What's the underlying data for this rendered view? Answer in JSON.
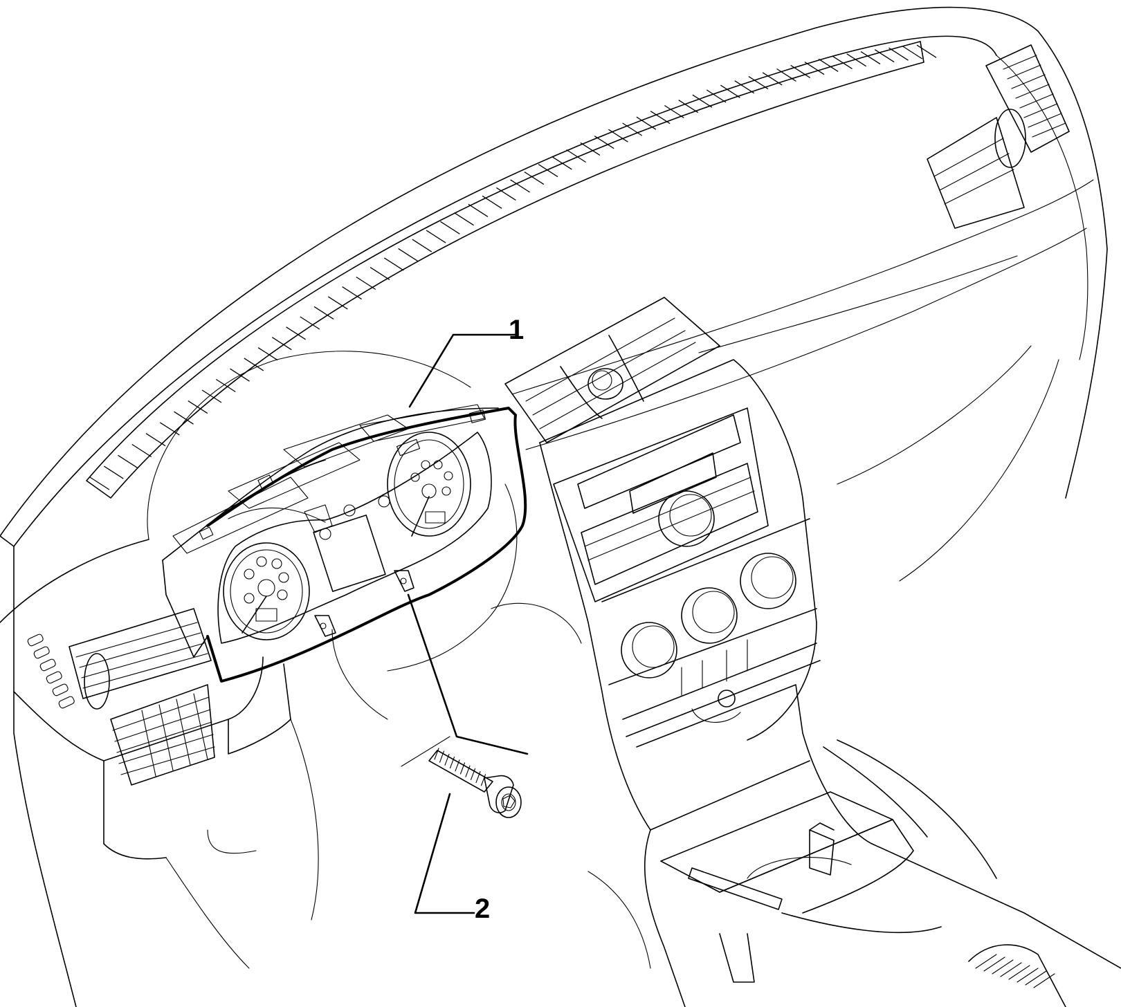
{
  "diagram": {
    "callouts": [
      {
        "id": "1",
        "label": "1",
        "part": "instrument-cluster"
      },
      {
        "id": "2",
        "label": "2",
        "part": "fixing-screw"
      }
    ],
    "colors": {
      "line": "#000000",
      "background": "#ffffff"
    }
  }
}
